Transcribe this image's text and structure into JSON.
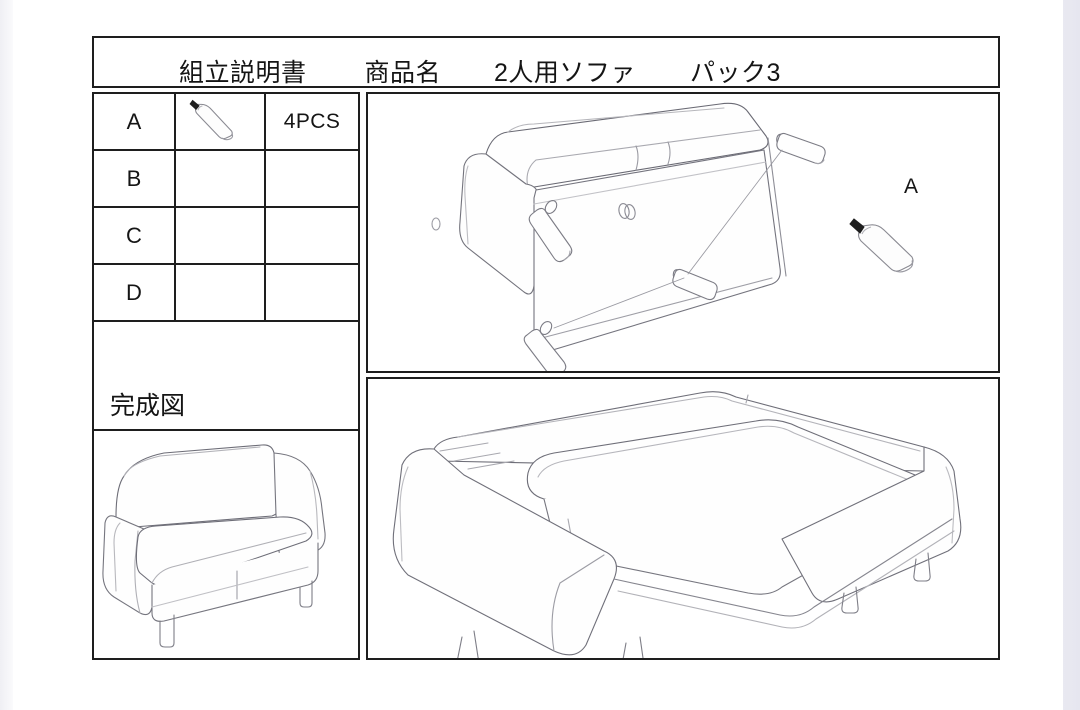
{
  "document": {
    "title": "組立説明書",
    "product_label": "商品名",
    "product_name": "2人用ソファ",
    "pack": "パック3",
    "finished_label": "完成図"
  },
  "parts_table": {
    "rows": [
      {
        "code": "A",
        "icon": "bolt-leg-icon",
        "qty": "4PCS"
      },
      {
        "code": "B",
        "icon": "",
        "qty": ""
      },
      {
        "code": "C",
        "icon": "",
        "qty": ""
      },
      {
        "code": "D",
        "icon": "",
        "qty": ""
      }
    ]
  },
  "diagrams": {
    "assembly": {
      "name": "sofa-upside-down-leg-attach-diagram",
      "callout_label": "A",
      "callout_part_icon": "bolt-leg-icon"
    },
    "assembled": {
      "name": "sofa-assembled-top-angle-diagram"
    },
    "finished": {
      "name": "sofa-finished-front-angle-diagram"
    }
  },
  "colors": {
    "line": "#1e1e1e",
    "art_line": "#8a8a92",
    "art_line_dark": "#5d5d66",
    "paper": "#ffffff",
    "edge": "#e8e8f0"
  }
}
